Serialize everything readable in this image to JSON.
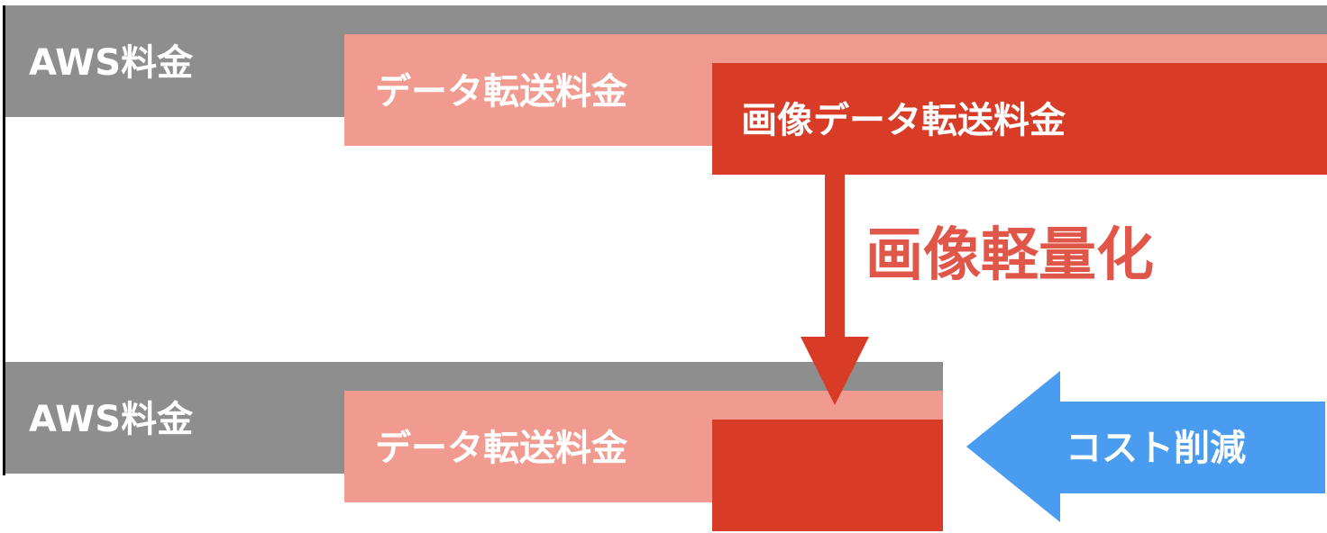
{
  "before": {
    "aws_label": "AWS料金",
    "transfer_label": "データ転送料金",
    "image_transfer_label": "画像データ転送料金"
  },
  "optimization_label": "画像軽量化",
  "after": {
    "aws_label": "AWS料金",
    "transfer_label": "データ転送料金"
  },
  "cost_reduction_label": "コスト削減",
  "colors": {
    "aws": "#8e8e8e",
    "transfer": "#f09a90",
    "image_transfer": "#d83c27",
    "optimization_text": "#e0574a",
    "cost_arrow": "#4a9cf0"
  }
}
